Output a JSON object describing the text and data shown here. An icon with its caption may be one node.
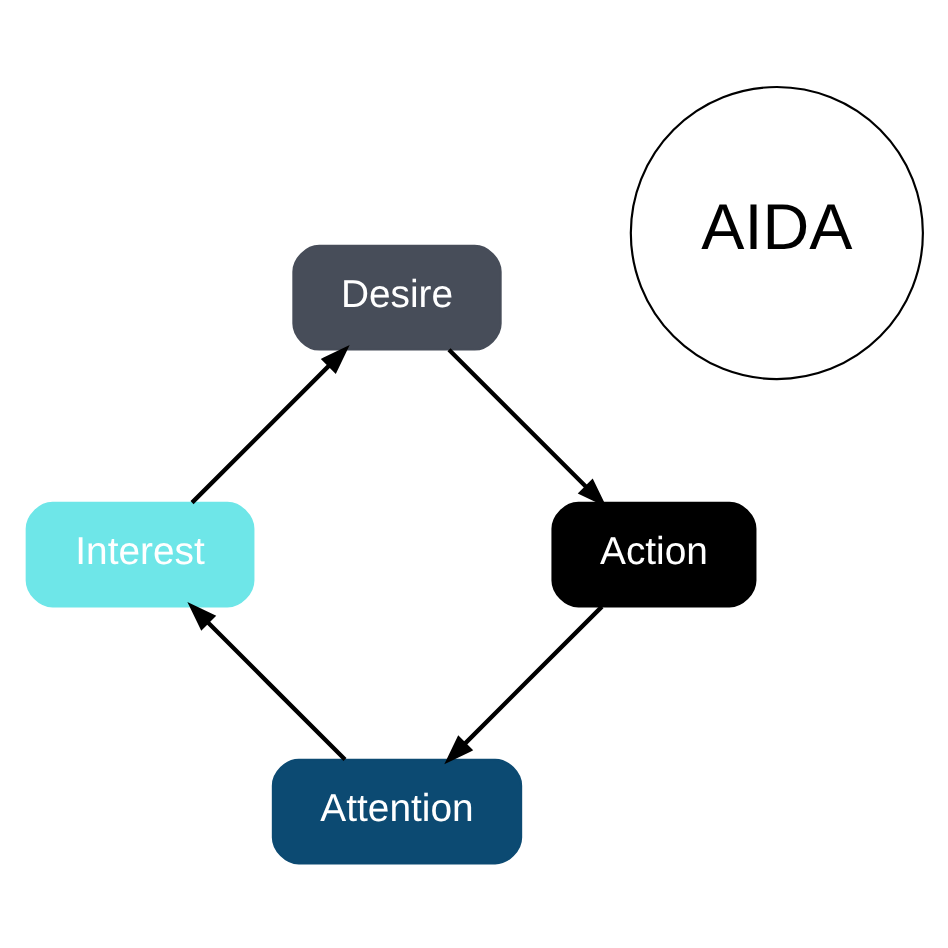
{
  "diagram": {
    "nodes": [
      {
        "text": [
          "AIDA"
        ]
      },
      {
        "text": [
          "Attention"
        ]
      },
      {
        "text": [
          "Interest"
        ]
      },
      {
        "text": [
          "Desire"
        ]
      },
      {
        "text": [
          "Action"
        ]
      }
    ],
    "edges": [
      {
        "from": 1,
        "to": 2,
        "arrow": "to"
      },
      {
        "from": 2,
        "to": 3,
        "arrow": "to"
      },
      {
        "from": 3,
        "to": 4,
        "arrow": "to"
      },
      {
        "from": 4,
        "to": 1,
        "arrow": "to"
      }
    ]
  }
}
